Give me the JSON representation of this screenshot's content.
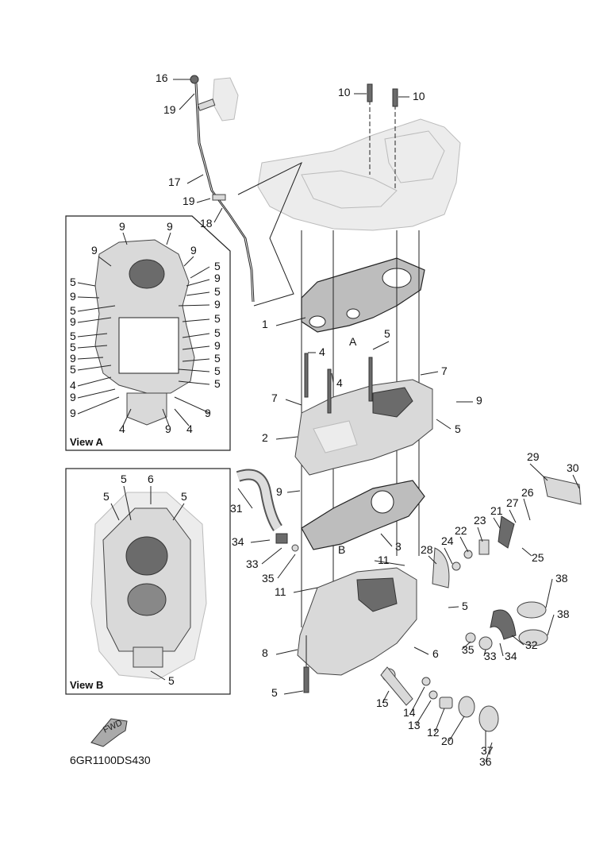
{
  "diagram_code": "6GR1100DS430",
  "fwd_label": "FWD",
  "inset_a": {
    "title": "View A",
    "labels": [
      "9",
      "9",
      "9",
      "9",
      "5",
      "5",
      "9",
      "9",
      "5",
      "5",
      "9",
      "9",
      "5",
      "5",
      "5",
      "5",
      "9",
      "9",
      "5",
      "5",
      "4",
      "5",
      "9",
      "5",
      "9",
      "4",
      "9",
      "9",
      "4"
    ]
  },
  "inset_b": {
    "title": "View B",
    "labels": [
      "5",
      "6",
      "5",
      "5",
      "5"
    ]
  },
  "main_labels": [
    "16",
    "19",
    "17",
    "19",
    "18",
    "10",
    "10",
    "1",
    "A",
    "4",
    "5",
    "4",
    "7",
    "7",
    "9",
    "2",
    "5",
    "B",
    "9",
    "3",
    "31",
    "34",
    "33",
    "35",
    "11",
    "11",
    "28",
    "24",
    "22",
    "23",
    "21",
    "27",
    "26",
    "29",
    "30",
    "25",
    "38",
    "38",
    "5",
    "32",
    "34",
    "33",
    "35",
    "6",
    "8",
    "5",
    "15",
    "14",
    "13",
    "12",
    "20",
    "37",
    "36"
  ]
}
